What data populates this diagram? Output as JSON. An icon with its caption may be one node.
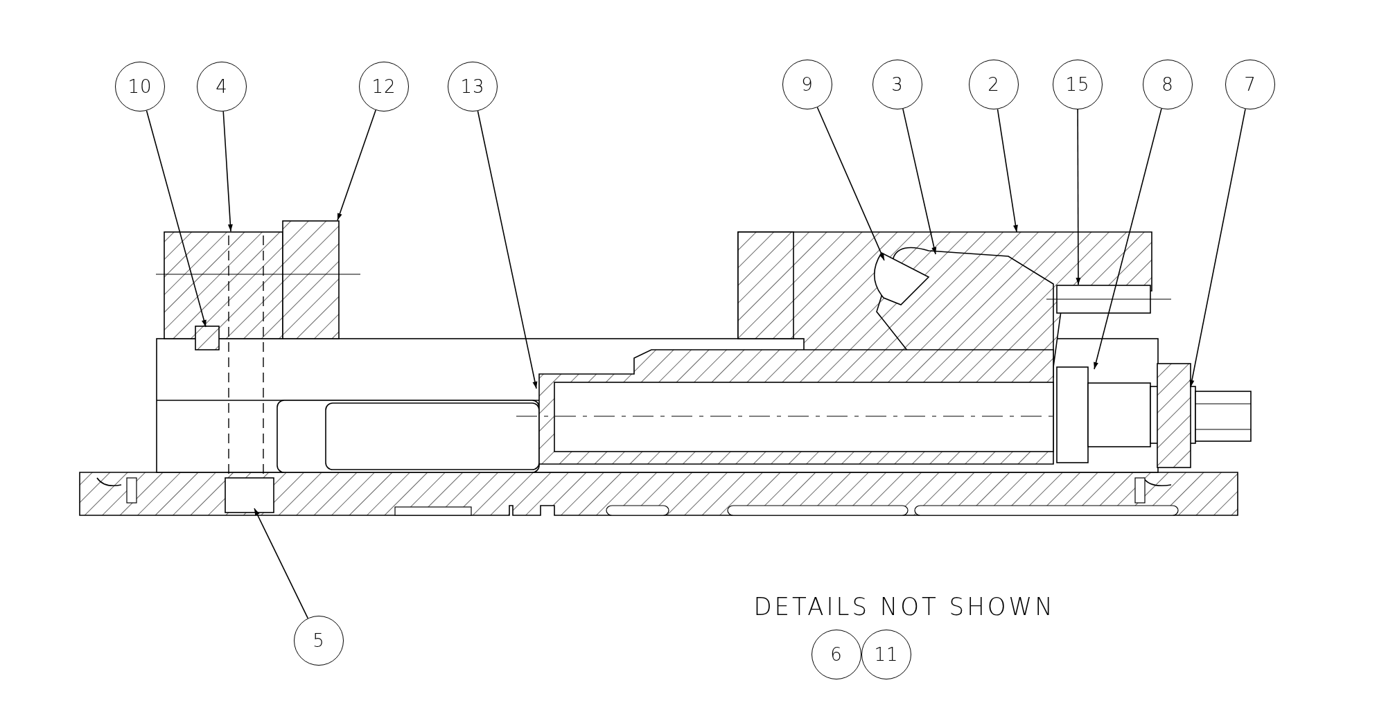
{
  "diagram": {
    "nodes": [
      {
        "text": [
          "10"
        ]
      },
      {
        "text": [
          "4"
        ]
      },
      {
        "text": [
          "12"
        ]
      },
      {
        "text": [
          "13"
        ]
      },
      {
        "text": [
          "9"
        ]
      },
      {
        "text": [
          "3"
        ]
      },
      {
        "text": [
          "2"
        ]
      },
      {
        "text": [
          "15"
        ]
      },
      {
        "text": [
          "8"
        ]
      },
      {
        "text": [
          "7"
        ]
      },
      {
        "text": [
          "5"
        ]
      },
      {
        "text": [
          "6"
        ]
      },
      {
        "text": [
          "11"
        ]
      }
    ],
    "edges": [
      {
        "from": 0,
        "to": null,
        "arrow": "to"
      },
      {
        "from": 1,
        "to": null,
        "arrow": "to"
      },
      {
        "from": 2,
        "to": null,
        "arrow": "to"
      },
      {
        "from": 3,
        "to": null,
        "arrow": "to"
      },
      {
        "from": 4,
        "to": null,
        "arrow": "to"
      },
      {
        "from": 5,
        "to": null,
        "arrow": "to"
      },
      {
        "from": 6,
        "to": null,
        "arrow": "to"
      },
      {
        "from": 7,
        "to": null,
        "arrow": "to"
      },
      {
        "from": 8,
        "to": null,
        "arrow": "to"
      },
      {
        "from": 9,
        "to": null,
        "arrow": "to"
      },
      {
        "from": 10,
        "to": null,
        "arrow": "to"
      }
    ],
    "labels": [
      "DETAILS NOT SHOWN"
    ]
  }
}
